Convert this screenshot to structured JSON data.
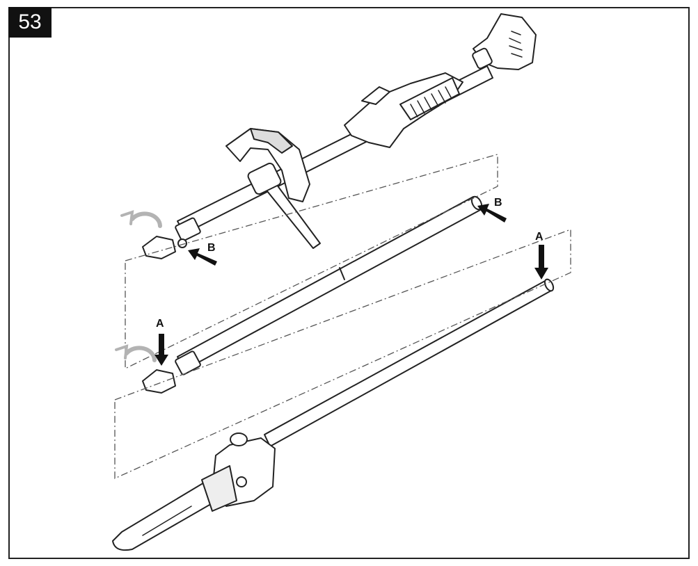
{
  "figure": {
    "number": "53"
  },
  "callouts": {
    "b_upper_shaft": "B",
    "b_extension": "B",
    "a_extension": "A",
    "a_saw_shaft": "A"
  },
  "colors": {
    "line": "#222222",
    "arrow_fill": "#111111",
    "rotate_arrow": "#b3b3b3"
  }
}
